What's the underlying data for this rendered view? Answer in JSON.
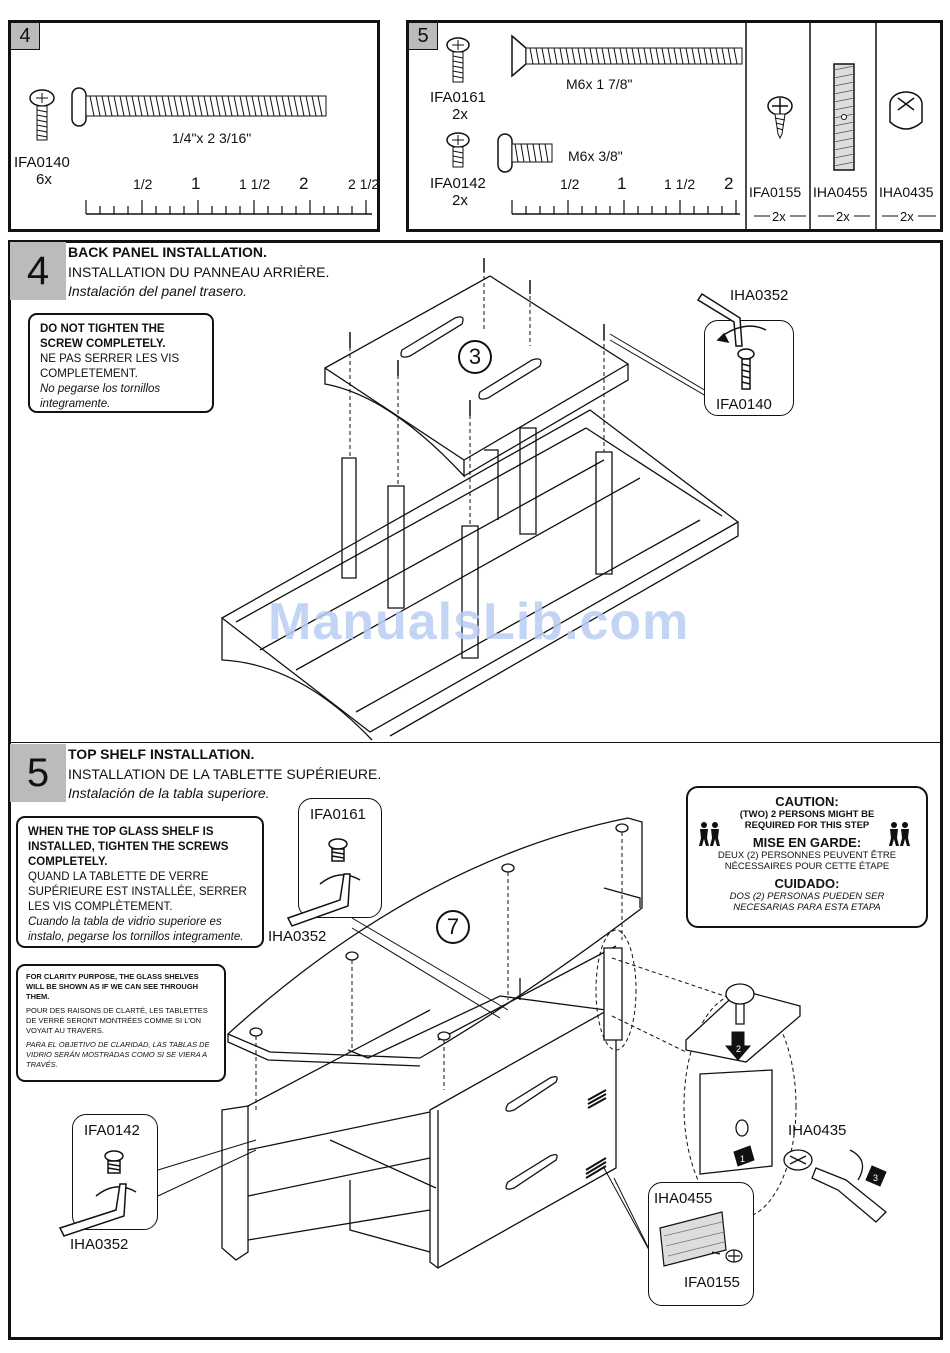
{
  "hardware_4": {
    "step": "4",
    "part_id": "IFA0140",
    "qty": "6x",
    "size": "1/4\"x 2 3/16\"",
    "ruler_labels": [
      "1/2",
      "1",
      "1 1/2",
      "2",
      "2 1/2"
    ]
  },
  "hardware_5": {
    "step": "5",
    "parts": [
      {
        "id": "IFA0161",
        "qty": "2x",
        "size": "M6x 1 7/8\""
      },
      {
        "id": "IFA0142",
        "qty": "2x",
        "size": "M6x 3/8\""
      },
      {
        "id": "IFA0155",
        "qty": "2x"
      },
      {
        "id": "IHA0455",
        "qty": "2x"
      },
      {
        "id": "IHA0435",
        "qty": "2x"
      }
    ],
    "ruler_labels": [
      "1/2",
      "1",
      "1 1/2",
      "2"
    ]
  },
  "step4": {
    "number": "4",
    "title_en": "BACK PANEL INSTALLATION.",
    "title_fr": "INSTALLATION DU PANNEAU ARRIÈRE.",
    "title_es": "Instalación del panel trasero.",
    "note_en": "DO NOT TIGHTEN THE SCREW COMPLETELY.",
    "note_fr": "NE PAS SERRER LES VIS COMPLETEMENT.",
    "note_es": "No pegarse los tornillos integramente.",
    "panel_number": "3",
    "callout_tool": "IHA0352",
    "callout_part": "IFA0140"
  },
  "step5": {
    "number": "5",
    "title_en": "TOP SHELF INSTALLATION.",
    "title_fr": "INSTALLATION DE LA TABLETTE SUPÉRIEURE.",
    "title_es": "Instalación de la tabla superiore.",
    "note_en": "WHEN THE TOP GLASS SHELF IS INSTALLED, TIGHTEN THE SCREWS COMPLETELY.",
    "note_fr": "QUAND LA TABLETTE DE VERRE SUPÉRIEURE EST INSTALLÉE, SERRER LES VIS COMPLÈTEMENT.",
    "note_es": "Cuando la tabla de vidrio superiore es instalo, pegarse los tornillos integramente.",
    "clarity_en": "FOR CLARITY PURPOSE, THE GLASS SHELVES WILL BE SHOWN AS IF WE CAN SEE THROUGH THEM.",
    "clarity_fr": "POUR DES RAISONS DE CLARTÉ, LES TABLETTES DE VERRE SERONT MONTRÉES COMME SI L'ON VOYAIT AU TRAVERS.",
    "clarity_es": "PARA EL OBJETIVO DE CLARIDAD, LAS TABLAS DE VIDRIO SERÁN MOSTRADAS COMO SI SE VIERA A TRAVÉS.",
    "caution": {
      "h1": "CAUTION:",
      "t1": "(TWO) 2 PERSONS MIGHT BE REQUIRED FOR THIS STEP",
      "h2": "MISE EN GARDE:",
      "t2": "DEUX (2) PERSONNES PEUVENT ÊTRE NÉCESSAIRES POUR CETTE ÉTAPE",
      "h3": "CUIDADO:",
      "t3": "DOS (2) PERSONAS PUEDEN SER NECESARIAS PARA ESTA ETAPA"
    },
    "shelf_number": "7",
    "callout_top": {
      "part": "IFA0161",
      "tool": "IHA0352"
    },
    "callout_left": {
      "part": "IFA0142",
      "tool": "IHA0352"
    },
    "callout_right": {
      "part1": "IHA0455",
      "part2": "IFA0155"
    },
    "cam_label": "IHA0435",
    "arrow_steps": [
      "1",
      "2",
      "3"
    ]
  },
  "watermark": "ManualsLib.com"
}
